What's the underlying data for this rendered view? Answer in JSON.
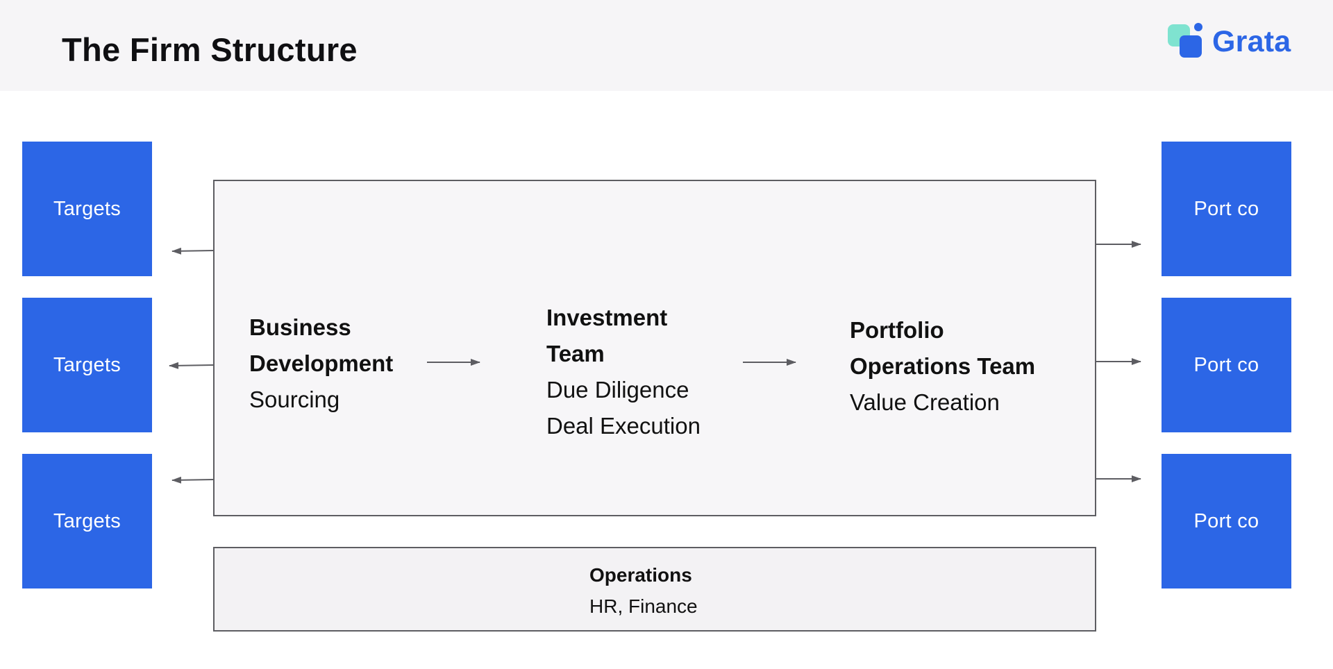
{
  "header": {
    "title": "The Firm Structure",
    "logo_text": "Grata",
    "logo_icon": "grata-logo-icon",
    "brand_color": "#2c66e6",
    "brand_accent_color": "#7fe3d0"
  },
  "targets": [
    {
      "label": "Targets"
    },
    {
      "label": "Targets"
    },
    {
      "label": "Targets"
    }
  ],
  "portcos": [
    {
      "label": "Port co"
    },
    {
      "label": "Port co"
    },
    {
      "label": "Port co"
    }
  ],
  "firm": {
    "business_development": {
      "title_line1": "Business",
      "title_line2": "Development",
      "subtitle": "Sourcing"
    },
    "investment_team": {
      "title_line1": "Investment",
      "title_line2": "Team",
      "subtitle_line1": "Due Diligence",
      "subtitle_line2": "Deal Execution"
    },
    "portfolio_ops": {
      "title_line1": "Portfolio",
      "title_line2": "Operations Team",
      "subtitle": "Value Creation"
    }
  },
  "operations": {
    "title": "Operations",
    "subtitle": "HR, Finance"
  },
  "colors": {
    "box_blue": "#2c66e6",
    "border_gray": "#5d5d62",
    "arrow_gray": "#5d5d62"
  }
}
